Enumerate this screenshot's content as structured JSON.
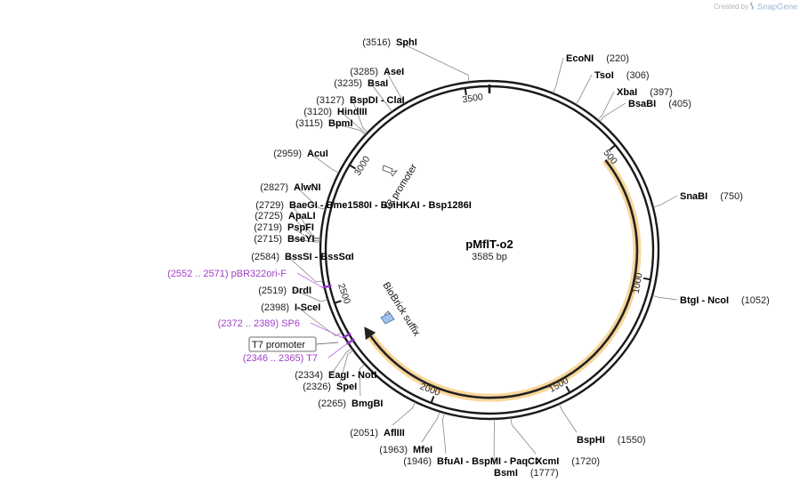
{
  "credit": {
    "prefix": "Created by",
    "brand": "SnapGene"
  },
  "plasmid": {
    "name": "pMflT-o2",
    "size": "3585 bp",
    "length": 3585
  },
  "ticks": [
    {
      "pos": 500,
      "label": "500"
    },
    {
      "pos": 1000,
      "label": "1000"
    },
    {
      "pos": 1500,
      "label": "1500"
    },
    {
      "pos": 2000,
      "label": "2000"
    },
    {
      "pos": 2500,
      "label": "2500"
    },
    {
      "pos": 3000,
      "label": "3000"
    },
    {
      "pos": 3500,
      "label": "3500"
    }
  ],
  "features": [
    {
      "name": "T3 promoter",
      "start": 3160,
      "end": 3180
    },
    {
      "name": "BioBrick suffix",
      "start": 2395,
      "end": 2430
    },
    {
      "name": "T7 promoter",
      "start": 2346,
      "end": 2365
    }
  ],
  "primers": [
    {
      "label": "(2552 .. 2571)  pBR322ori-F",
      "pos": 2562
    },
    {
      "label": "(2372 .. 2389)  SP6",
      "pos": 2380
    },
    {
      "label": "(2346 .. 2365)  T7",
      "pos": 2356
    }
  ],
  "sites": [
    {
      "pos_text": "(3516)",
      "name": "SphI",
      "pos": 3516
    },
    {
      "pos_text": "(220)",
      "name": "EcoNI",
      "pos": 220
    },
    {
      "pos_text": "(306)",
      "name": "TsoI",
      "pos": 306
    },
    {
      "pos_text": "(397)",
      "name": "XbaI",
      "pos": 397
    },
    {
      "pos_text": "(405)",
      "name": "BsaBI",
      "pos": 405
    },
    {
      "pos_text": "(750)",
      "name": "SnaBI",
      "pos": 750
    },
    {
      "pos_text": "(1052)",
      "name": "BtgI  -  NcoI",
      "pos": 1052
    },
    {
      "pos_text": "(1550)",
      "name": "BspHI",
      "pos": 1550
    },
    {
      "pos_text": "(1720)",
      "name": "XcmI",
      "pos": 1720
    },
    {
      "pos_text": "(1777)",
      "name": "BsmI",
      "pos": 1777
    },
    {
      "pos_text": "(1946)",
      "name": "BfuAI  -  BspMI  -  PaqCI",
      "pos": 1946
    },
    {
      "pos_text": "(1963)",
      "name": "MfeI",
      "pos": 1963
    },
    {
      "pos_text": "(2051)",
      "name": "AflIII",
      "pos": 2051
    },
    {
      "pos_text": "(2265)",
      "name": "BmgBI",
      "pos": 2265
    },
    {
      "pos_text": "(2326)",
      "name": "SpeI",
      "pos": 2326
    },
    {
      "pos_text": "(2334)",
      "name": "EagI  -  NotI",
      "pos": 2334
    },
    {
      "pos_text": "(2398)",
      "name": "I-SceI",
      "pos": 2398
    },
    {
      "pos_text": "(2519)",
      "name": "DrdI",
      "pos": 2519
    },
    {
      "pos_text": "(2584)",
      "name": "BssSI  -  BssSαI",
      "pos": 2584
    },
    {
      "pos_text": "(2715)",
      "name": "BseYI",
      "pos": 2715
    },
    {
      "pos_text": "(2719)",
      "name": "PspFI",
      "pos": 2719
    },
    {
      "pos_text": "(2725)",
      "name": "ApaLI",
      "pos": 2725
    },
    {
      "pos_text": "(2729)",
      "name": "BaeGI  -  Bme1580I  -  BsiHKAI  -  Bsp1286I",
      "pos": 2729
    },
    {
      "pos_text": "(2827)",
      "name": "AlwNI",
      "pos": 2827
    },
    {
      "pos_text": "(2959)",
      "name": "AcuI",
      "pos": 2959
    },
    {
      "pos_text": "(3115)",
      "name": "BpmI",
      "pos": 3115
    },
    {
      "pos_text": "(3120)",
      "name": "HindIII",
      "pos": 3120
    },
    {
      "pos_text": "(3127)",
      "name": "BspDI  -  ClaI",
      "pos": 3127
    },
    {
      "pos_text": "(3235)",
      "name": "BsaI",
      "pos": 3235
    },
    {
      "pos_text": "(3285)",
      "name": "AseI",
      "pos": 3285
    }
  ]
}
